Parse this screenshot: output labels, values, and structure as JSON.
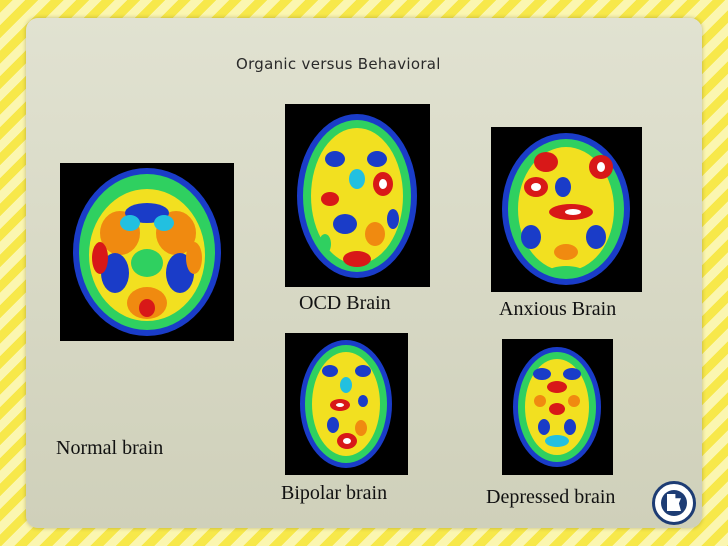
{
  "slide": {
    "title": "Organic versus Behavioral",
    "captions": {
      "normal": "Normal brain",
      "ocd": "OCD Brain",
      "anxious": "Anxious Brain",
      "bipolar": "Bipolar brain",
      "depressed": "Depressed brain"
    },
    "scan_colors": {
      "background": "#000000",
      "blue": "#1a3cc8",
      "cyan": "#22c0e0",
      "green": "#2fd060",
      "yellow": "#f2e020",
      "orange": "#f08a10",
      "red": "#d81818",
      "white": "#ffffff"
    }
  }
}
